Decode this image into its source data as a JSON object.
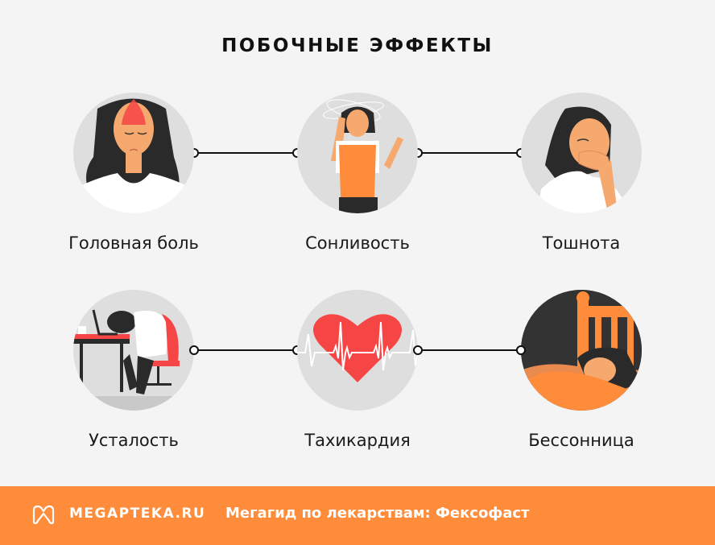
{
  "title": "ПОБОЧНЫЕ ЭФФЕКТЫ",
  "effects": [
    {
      "label": "Головная боль",
      "icon": "headache-woman-illustration"
    },
    {
      "label": "Сонливость",
      "icon": "dizzy-woman-illustration"
    },
    {
      "label": "Тошнота",
      "icon": "nausea-woman-illustration"
    },
    {
      "label": "Усталость",
      "icon": "tired-woman-at-desk-illustration"
    },
    {
      "label": "Тахикардия",
      "icon": "heart-pulse-illustration"
    },
    {
      "label": "Бессонница",
      "icon": "sleepless-woman-in-bed-illustration"
    }
  ],
  "footer": {
    "brand": "MEGAPTEKA.RU",
    "tagline": "Мегагид по лекарствам: Фексофаст",
    "color": "#ff8c3b"
  },
  "colors": {
    "background": "#f4f4f4",
    "circle": "#dedede",
    "accent_orange": "#ff8c3b",
    "accent_red": "#f64545",
    "hair": "#2a2a2a",
    "skin": "#f5a96e"
  }
}
